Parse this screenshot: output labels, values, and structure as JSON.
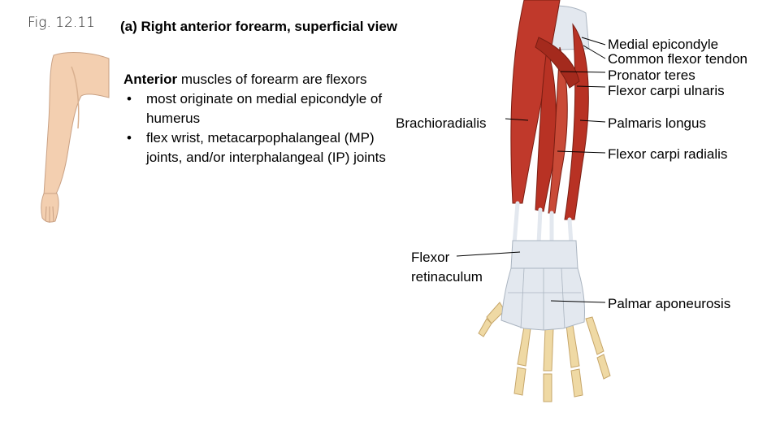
{
  "figure": {
    "number": "Fig. 12.11",
    "subtitle": "(a) Right anterior forearm, superficial view"
  },
  "body": {
    "lead_bold": "Anterior",
    "lead_rest": " muscles of forearm are flexors",
    "bullets": [
      "most originate on medial epicondyle of humerus",
      "flex wrist, metacarpophalangeal (MP) joints, and/or interphalangeal (IP) joints"
    ]
  },
  "labels": {
    "medial_epicondyle": "Medial epicondyle",
    "common_flexor_tendon": "Common flexor tendon",
    "pronator_teres": "Pronator teres",
    "flexor_carpi_ulnaris": "Flexor carpi ulnaris",
    "palmaris_longus": "Palmaris longus",
    "flexor_carpi_radialis": "Flexor carpi radialis",
    "brachioradialis": "Brachioradialis",
    "flexor_retinaculum": "Flexor retinaculum",
    "palmar_aponeurosis": "Palmar aponeurosis"
  },
  "colors": {
    "muscle": "#c0392b",
    "muscle_dark": "#8e2418",
    "tendon": "#e3e8ef",
    "bone": "#efd9a4",
    "skin": "#f3cfb0"
  }
}
